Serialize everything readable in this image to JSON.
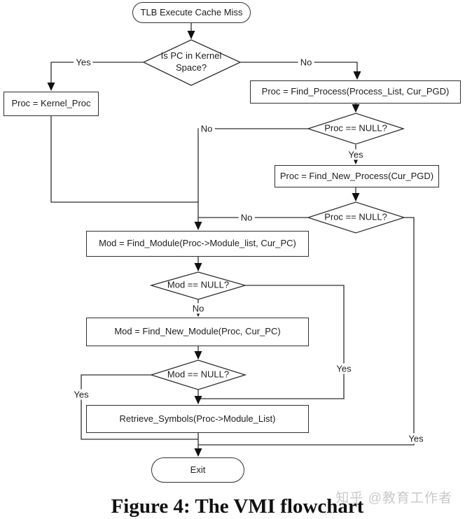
{
  "nodes": {
    "start": {
      "type": "terminal",
      "label": "TLB Execute Cache Miss"
    },
    "is_pc_in_kernel": {
      "type": "decision",
      "label": "Is PC in Kernel Space?"
    },
    "kernel_proc": {
      "type": "process",
      "label": "Proc = Kernel_Proc"
    },
    "find_process": {
      "type": "process",
      "label": "Proc = Find_Process(Process_List, Cur_PGD)"
    },
    "proc_null_1": {
      "type": "decision",
      "label": "Proc == NULL?"
    },
    "find_new_process": {
      "type": "process",
      "label": "Proc = Find_New_Process(Cur_PGD)"
    },
    "proc_null_2": {
      "type": "decision",
      "label": "Proc == NULL?"
    },
    "find_module": {
      "type": "process",
      "label": "Mod = Find_Module(Proc->Module_list, Cur_PC)"
    },
    "mod_null_1": {
      "type": "decision",
      "label": "Mod == NULL?"
    },
    "find_new_module": {
      "type": "process",
      "label": "Mod = Find_New_Module(Proc, Cur_PC)"
    },
    "mod_null_2": {
      "type": "decision",
      "label": "Mod == NULL?"
    },
    "retrieve_symbols": {
      "type": "process",
      "label": "Retrieve_Symbols(Proc->Module_List)"
    },
    "exit": {
      "type": "terminal",
      "label": "Exit"
    }
  },
  "edge_labels": {
    "kernel_yes": "Yes",
    "kernel_no": "No",
    "proc_null_1_yes": "Yes",
    "proc_null_1_no": "No",
    "proc_null_2_no": "No",
    "proc_null_2_yes": "Yes",
    "mod_null_1_no": "No",
    "mod_null_1_yes": "Yes",
    "mod_null_2_yes": "Yes"
  },
  "caption": "Figure 4: The VMI flowchart",
  "watermark": "知乎 @教育工作者",
  "colors": {
    "stroke": "#2e2e2e",
    "text": "#1d1d1d",
    "watermark": "#c9c9c9",
    "background": "#ffffff"
  }
}
